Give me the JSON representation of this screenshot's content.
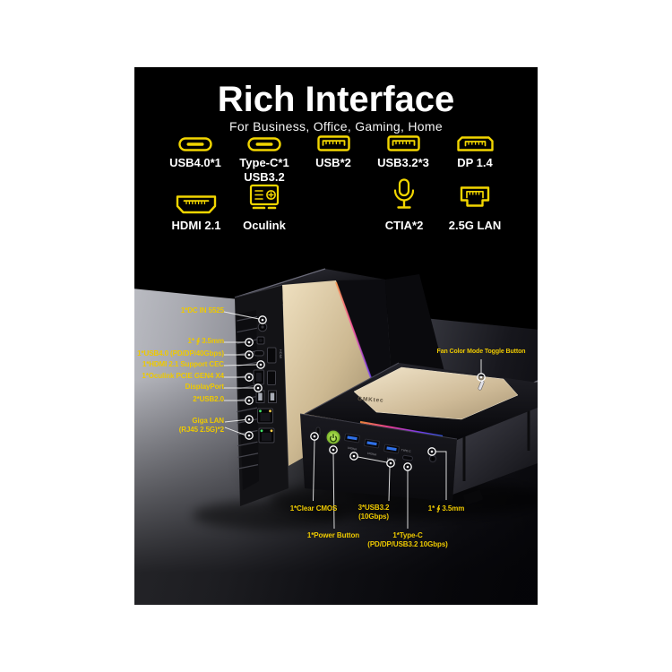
{
  "header": {
    "title": "Rich Interface",
    "subtitle": "For Business, Office, Gaming, Home"
  },
  "interface_grid": {
    "row1": [
      {
        "label": "USB4.0*1",
        "icon": "usb-c"
      },
      {
        "label": "Type-C*1",
        "label2": "USB3.2",
        "icon": "usb-c"
      },
      {
        "label": "USB*2",
        "icon": "usb-a"
      },
      {
        "label": "USB3.2*3",
        "icon": "usb-a"
      },
      {
        "label": "DP 1.4",
        "icon": "displayport"
      }
    ],
    "row2": [
      {
        "label": "HDMI 2.1",
        "icon": "hdmi"
      },
      {
        "label": "Oculink",
        "icon": "oculink"
      },
      {
        "label": "CTIA*2",
        "icon": "microphone"
      },
      {
        "label": "2.5G LAN",
        "icon": "ethernet"
      }
    ]
  },
  "callouts": {
    "left": [
      {
        "label": "1*DC IN 5525"
      },
      {
        "label": "1* ∮ 3.5mm"
      },
      {
        "label": "1*USB4.0 (PD/DP/40Gbps)"
      },
      {
        "label": "1*HDMI 2.1 Support CEC"
      },
      {
        "label": "1*Oculink PCIE GEN4 X4"
      },
      {
        "label": "DisplayPort"
      },
      {
        "label": "2*USB2.0"
      },
      {
        "label": "Giga LAN",
        "label2": "(RJ45 2.5G)*2"
      }
    ],
    "top_right": {
      "label": "Fan Color Mode Toggle Button"
    },
    "bottom": [
      {
        "label": "1*Clear CMOS"
      },
      {
        "label": "1*Power Button"
      },
      {
        "label": "3*USB3.2",
        "label2": "(10Gbps)"
      },
      {
        "label": "1*Type-C",
        "label2": "(PD/DP/USB3.2 10Gbps)"
      },
      {
        "label": "1* ∮ 3.5mm"
      }
    ]
  },
  "device": {
    "brand": "GMKtec",
    "markings": {
      "type_c": "TYPE C",
      "usb_speed": "10Gbps",
      "hdmi": "HDMI"
    }
  },
  "colors": {
    "accent_yellow": "#f2d600",
    "callout_yellow": "#eec900",
    "power_green": "#9ad23f",
    "usb_blue": "#2f6fe4",
    "horizon_blue": "#2d55b5",
    "gold_panel": "#cdb992"
  }
}
